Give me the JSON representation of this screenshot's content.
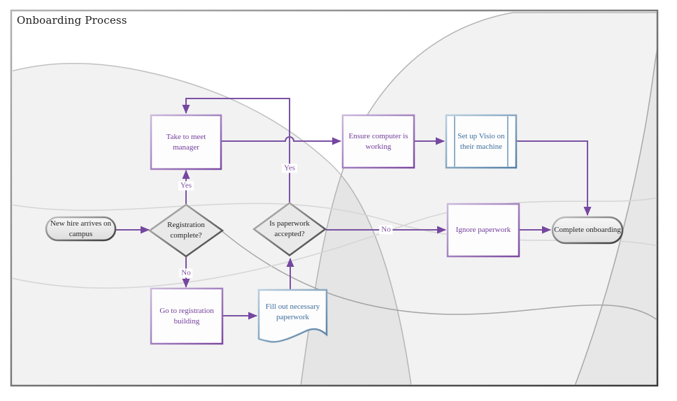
{
  "title": "Onboarding Process",
  "colors": {
    "connector_purple": "#7b52a3",
    "purple_text": "#733e99",
    "blue_text": "#3e6e9b",
    "gray_text": "#262626",
    "background_wave_gray": "#ebebeb"
  },
  "nodes": [
    {
      "id": "new-hire-arrives",
      "type": "start",
      "label": "New hire arrives on campus"
    },
    {
      "id": "registration-complete",
      "type": "decision",
      "label": "Registration complete?"
    },
    {
      "id": "take-to-meet-manager",
      "type": "process",
      "label": "Take to meet manager"
    },
    {
      "id": "go-to-registration-building",
      "type": "process",
      "label": "Go to registration building"
    },
    {
      "id": "fill-out-necessary-paperwork",
      "type": "document",
      "label": "Fill out necessary paperwork"
    },
    {
      "id": "is-paperwork-accepted",
      "type": "decision",
      "label": "Is paperwork accepted?"
    },
    {
      "id": "ensure-computer-is-working",
      "type": "process",
      "label": "Ensure computer is working"
    },
    {
      "id": "set-up-visio-on-their-machine",
      "type": "predefined-process",
      "label": "Set up Visio on their machine"
    },
    {
      "id": "ignore-paperwork",
      "type": "process",
      "label": "Ignore paperwork"
    },
    {
      "id": "complete-onboarding",
      "type": "end",
      "label": "Complete onboarding"
    }
  ],
  "edge_labels": [
    {
      "id": "registration-yes",
      "text": "Yes"
    },
    {
      "id": "registration-no",
      "text": "No"
    },
    {
      "id": "paperwork-yes",
      "text": "Yes"
    },
    {
      "id": "paperwork-no",
      "text": "No"
    }
  ]
}
